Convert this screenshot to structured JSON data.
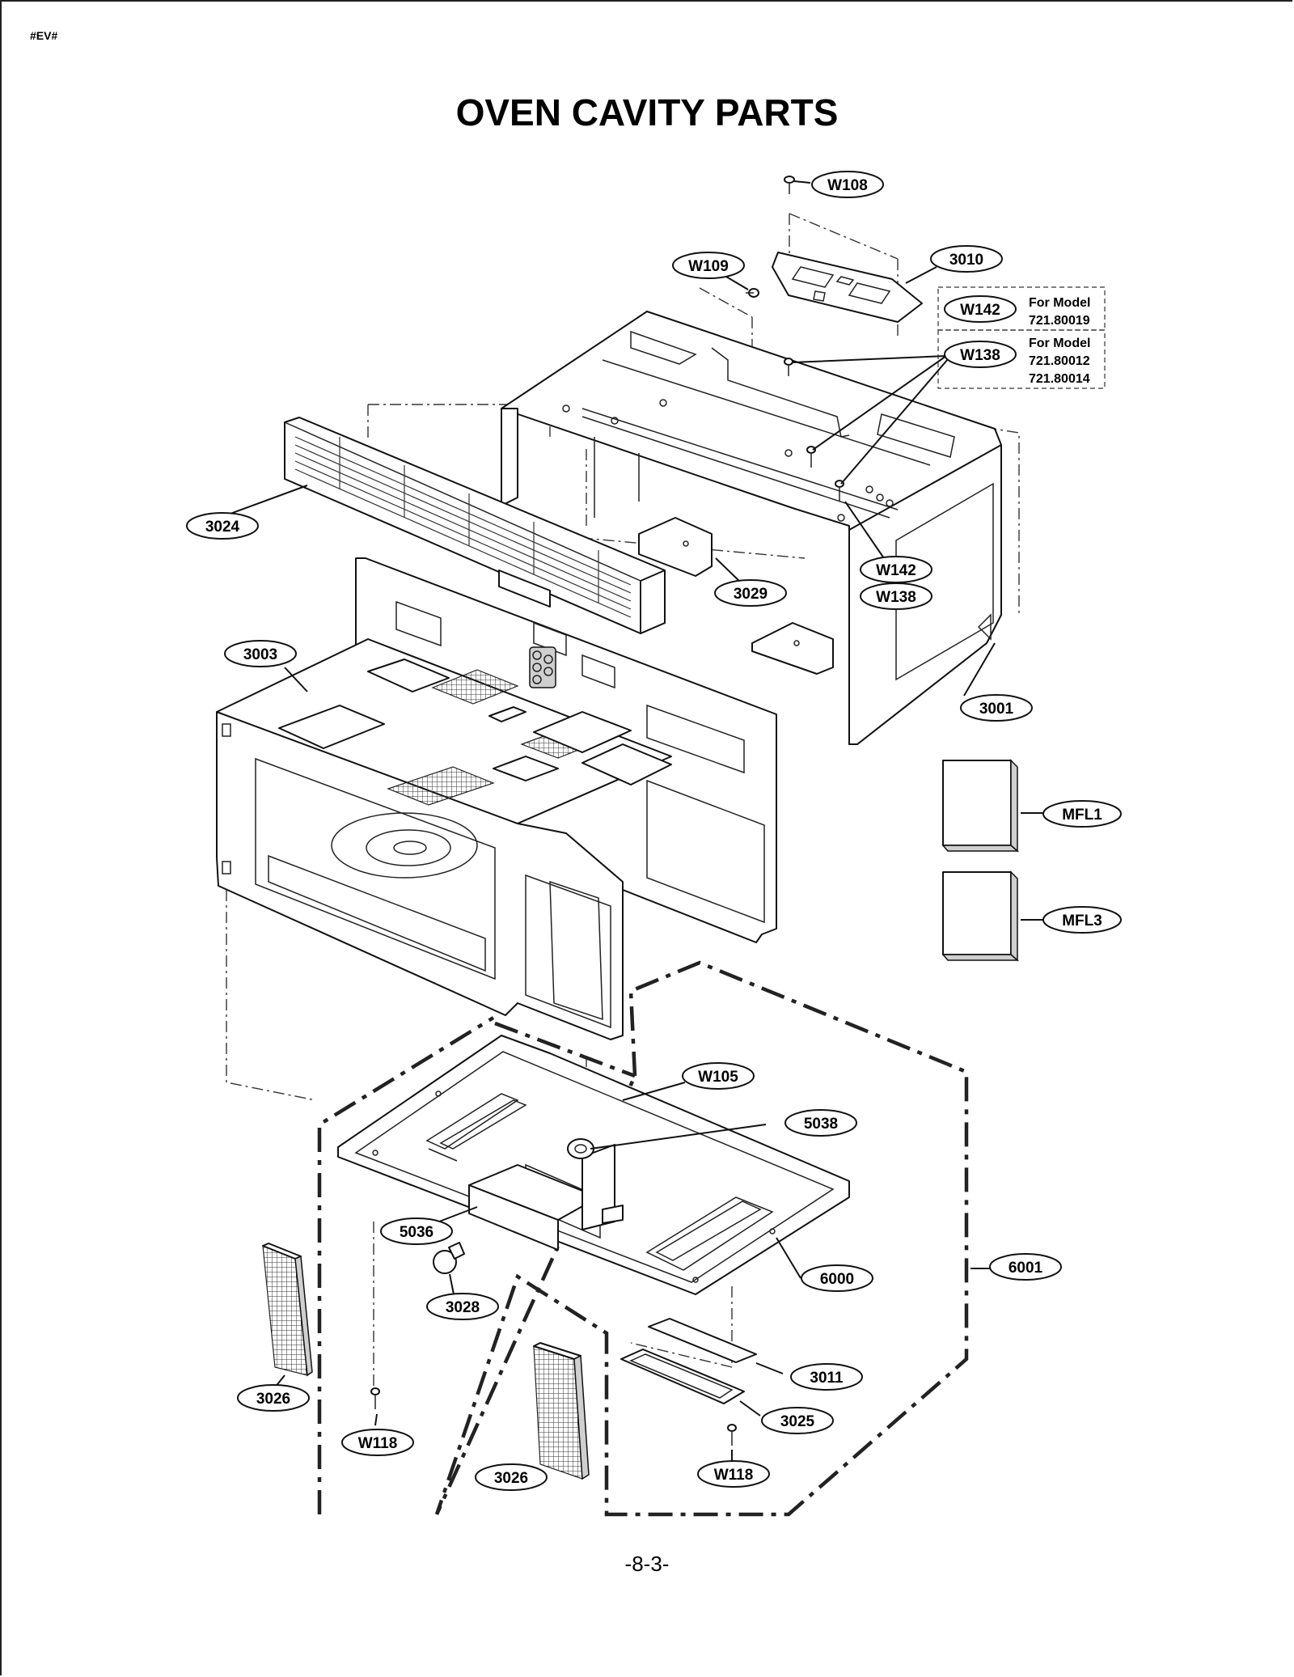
{
  "header": {
    "doc_code": "#EV#"
  },
  "title": "OVEN CAVITY PARTS",
  "page_number": "-8-3-",
  "callouts": [
    "W108",
    "3010",
    "W109",
    "W142",
    "W138",
    "3024",
    "W142",
    "W138",
    "3029",
    "3003",
    "3001",
    "MFL1",
    "MFL3",
    "W105",
    "5038",
    "5036",
    "6000",
    "6001",
    "3028",
    "3026",
    "3011",
    "3025",
    "W118",
    "3026",
    "W118"
  ],
  "model_notes": {
    "w142": {
      "prefix": "For Model",
      "models": [
        "721.80019"
      ]
    },
    "w138": {
      "prefix": "For Model",
      "models": [
        "721.80012",
        "721.80014"
      ]
    }
  }
}
